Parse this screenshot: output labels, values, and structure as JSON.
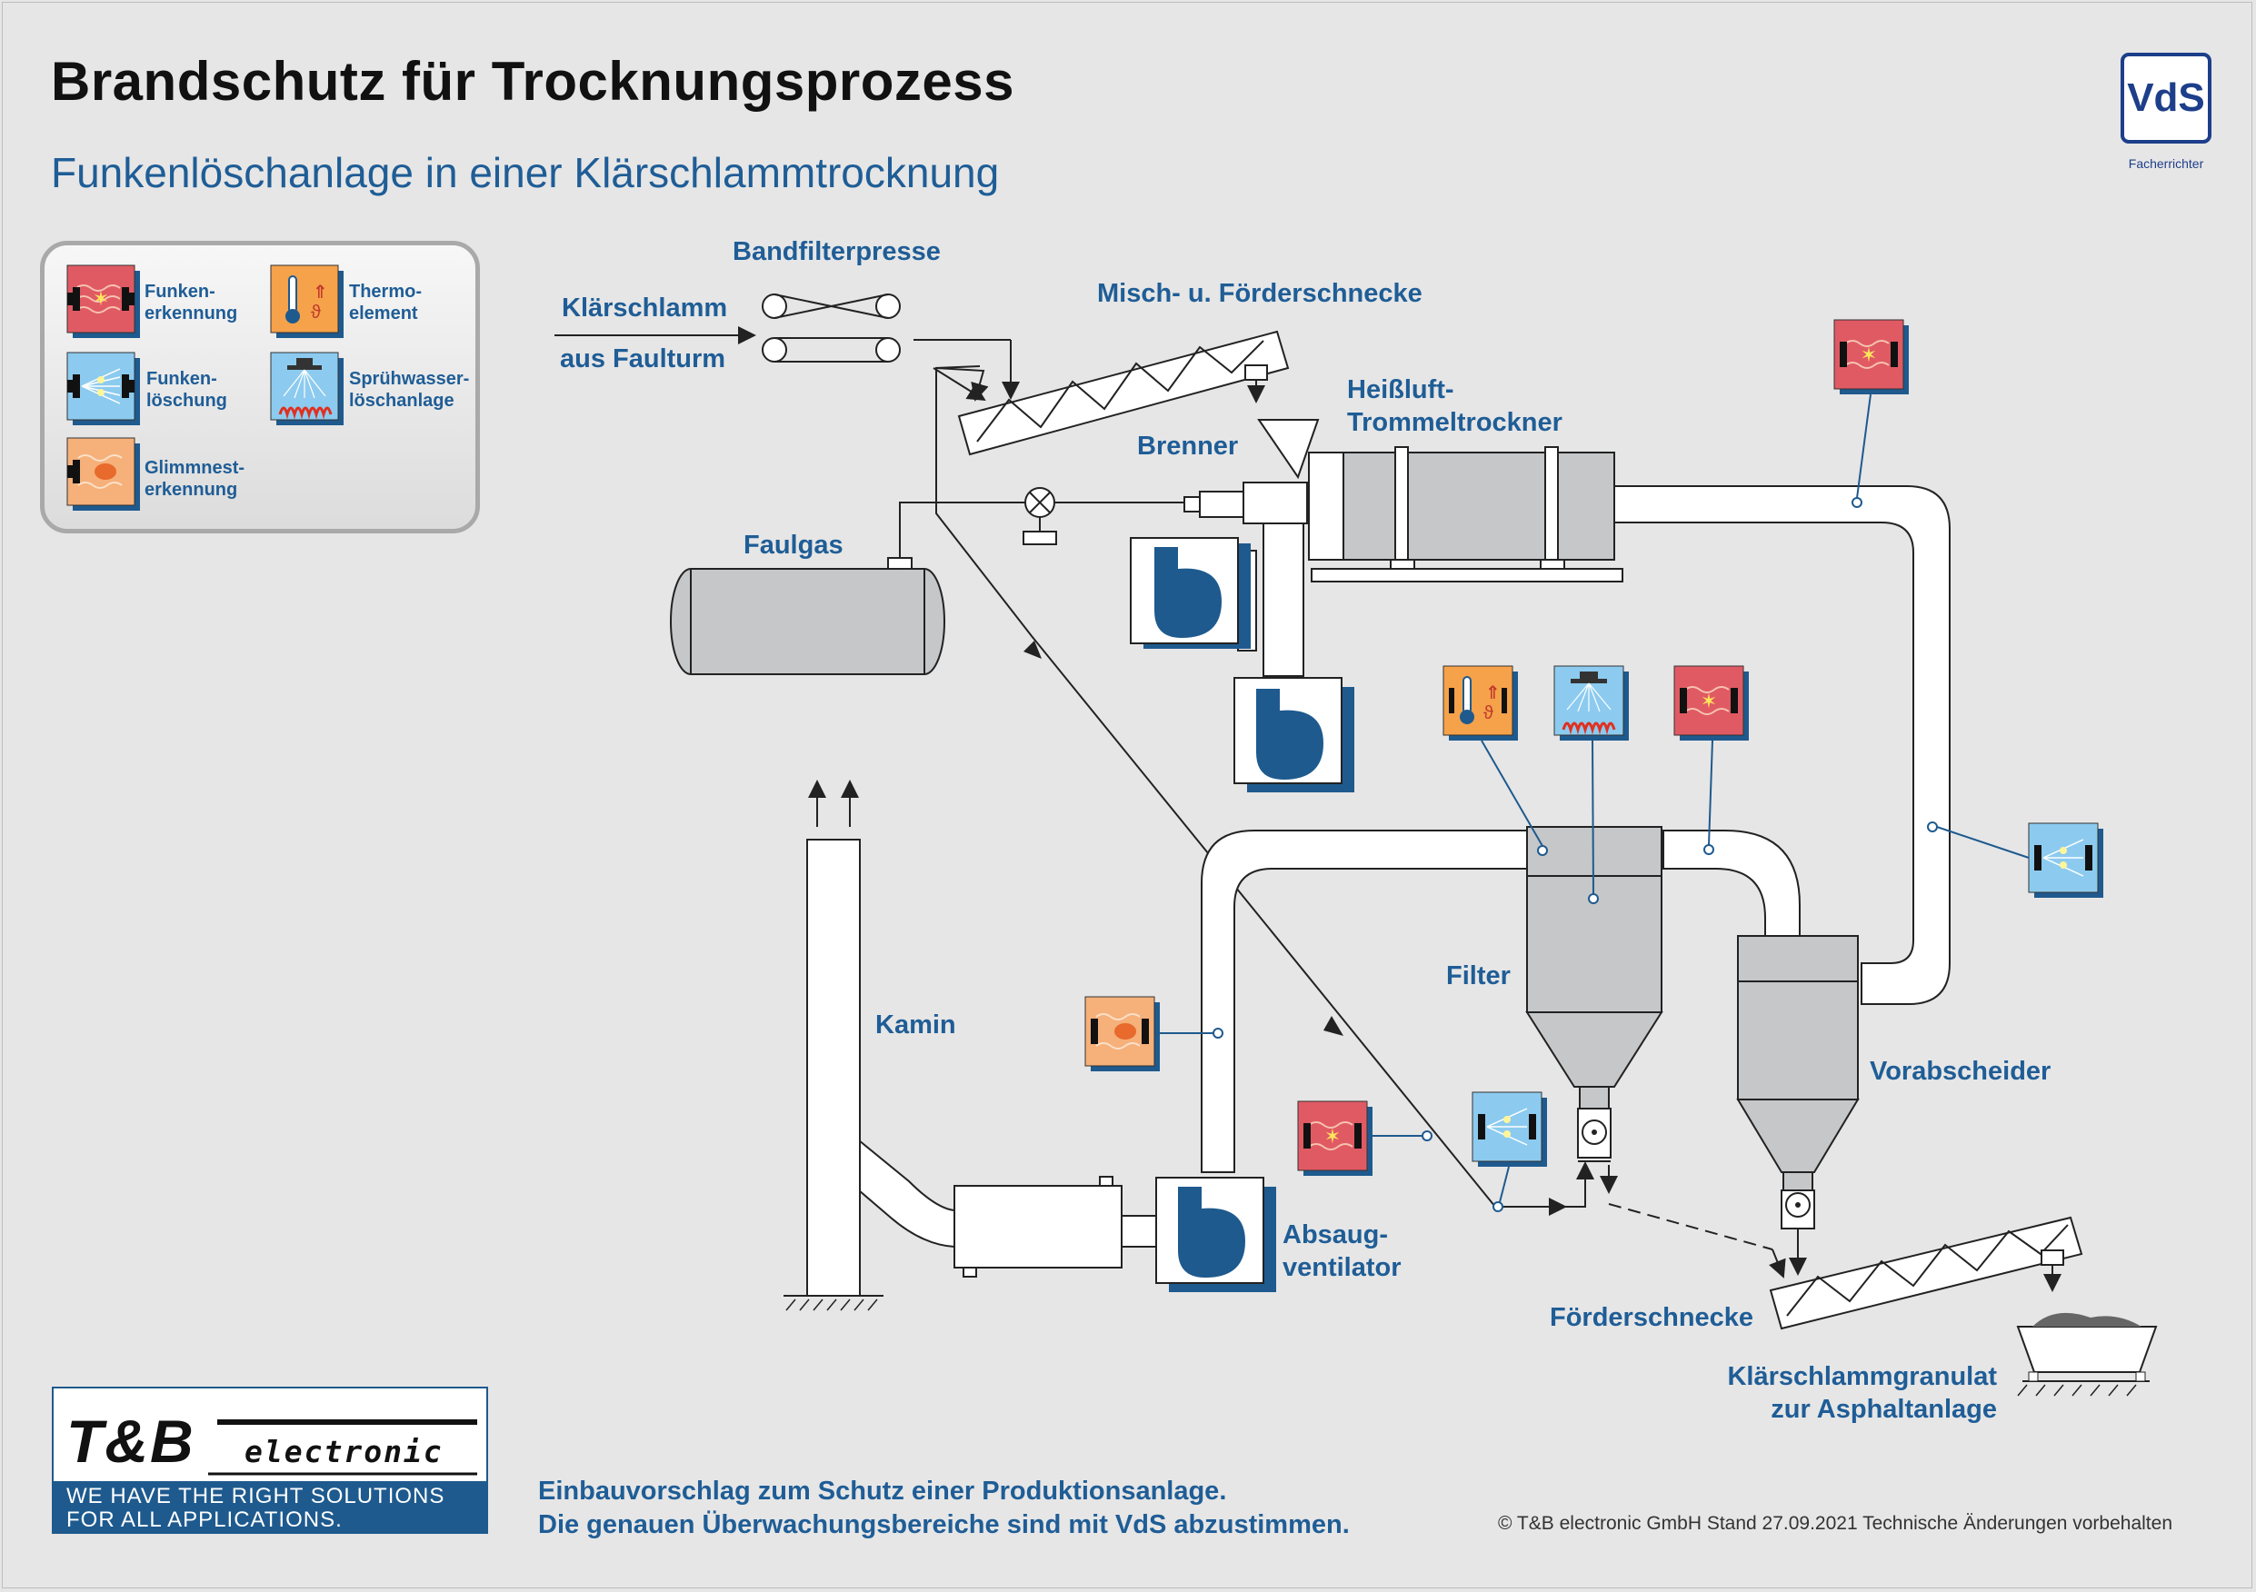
{
  "title": "Brandschutz für Trocknungsprozess",
  "subtitle": "Funkenlöschanlage in einer Klärschlammtrocknung",
  "vds": {
    "badge": "VdS",
    "caption": "Facherrichter"
  },
  "legend": {
    "funkenerkennung": "Funken-\nerkennung",
    "thermoelement": "Thermo-\nelement",
    "funkenloeschung": "Funken-\nlöschung",
    "spruehwasser": "Sprühwasser-\nlöschanlage",
    "glimmnest": "Glimmnest-\nerkennung"
  },
  "labels": {
    "bandfilterpresse": "Bandfilterpresse",
    "klaerschlamm": "Klärschlamm",
    "faulturm": "aus Faulturm",
    "mischschnecke": "Misch- u. Förderschnecke",
    "heissluft": "Heißluft-\nTrommeltrockner",
    "brenner": "Brenner",
    "faulgas": "Faulgas",
    "kamin": "Kamin",
    "filter": "Filter",
    "vorabscheider": "Vorabscheider",
    "absaug": "Absaug-\nventilator",
    "foerderschnecke": "Förderschnecke",
    "granulat": "Klärschlammgranulat\nzur Asphaltanlage"
  },
  "logo": {
    "brand": "T&B",
    "brand2": "electronic",
    "slogan": "WE HAVE THE RIGHT SOLUTIONS\nFOR ALL APPLICATIONS."
  },
  "note": "Einbauvorschlag zum Schutz einer Produktionsanlage.\nDie genauen Überwachungsbereiche sind mit VdS abzustimmen.",
  "footer": "© T&B electronic GmbH   Stand 27.09.2021   Technische Änderungen vorbehalten",
  "colors": {
    "accent_blue": "#1f5d96",
    "spark_detection": "#e05a64",
    "extinguish": "#8ccbef",
    "thermo": "#f5a24a",
    "fan_blue": "#1e5a8e",
    "equipment_grey": "#c5c7c9"
  }
}
